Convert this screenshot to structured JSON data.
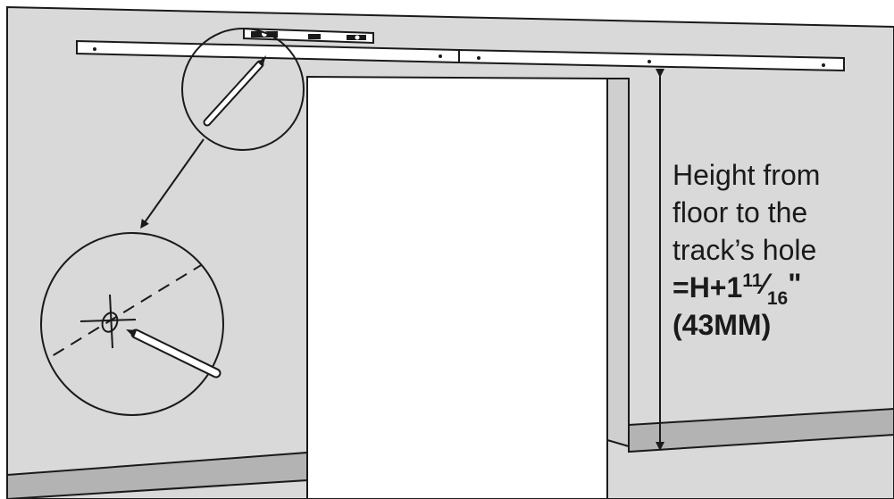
{
  "annotation": {
    "line1": "Height from",
    "line2": "floor to the",
    "line3": "track’s hole",
    "formula_prefix": "=H+1",
    "fraction_numerator": "11",
    "fraction_slash": "⁄",
    "fraction_denominator": "16",
    "inch_mark": "\"",
    "metric": "(43MM)"
  },
  "colors": {
    "wall": "#d9d9d9",
    "wall_dark": "#bdbdbd",
    "baseboard": "#b3b3b3",
    "outline": "#1a1a1a",
    "track": "#ffffff"
  },
  "icons": {
    "level": "spirit-level-icon",
    "pencil": "pencil-icon",
    "magnifier": "magnify-circle-icon",
    "crosshair": "crosshair-mark-icon",
    "arrow": "dimension-arrow-icon"
  }
}
